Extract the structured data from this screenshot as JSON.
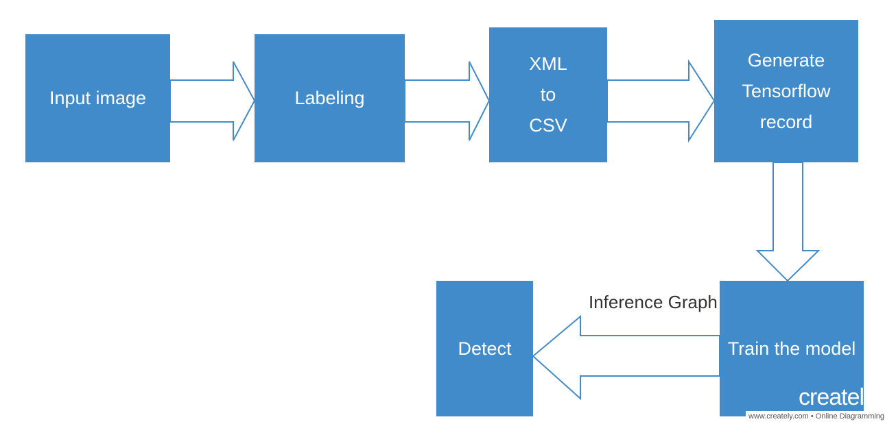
{
  "nodes": {
    "input_image": "Input image",
    "labeling": "Labeling",
    "xml_to_csv": "XML\nto\nCSV",
    "generate_tfrecord": "Generate\nTensorflow\nrecord",
    "train_model": "Train the model",
    "detect": "Detect"
  },
  "edges": {
    "train_to_detect_label": "Inference Graph"
  },
  "watermark": {
    "logo": "creately",
    "url": "www.creately.com • Online Diagramming"
  },
  "colors": {
    "box": "#428bca",
    "arrow_stroke": "#428bca",
    "text": "#ffffff"
  }
}
